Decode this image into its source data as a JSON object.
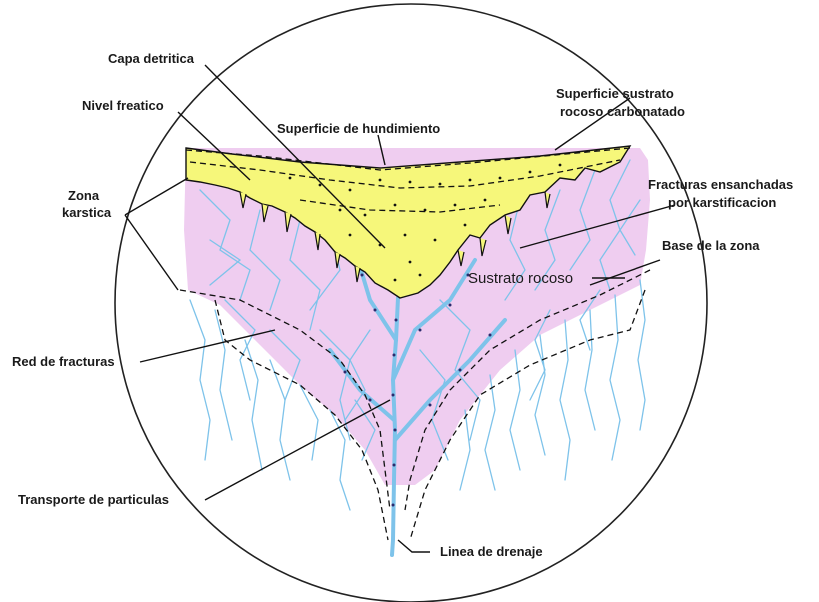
{
  "labels": {
    "capa_detritica": "Capa detritica",
    "nivel_freatico": "Nivel freatico",
    "superficie_hundimiento": "Superficie de hundimiento",
    "superficie_sustrato_1": "Superficie sustrato",
    "superficie_sustrato_2": "rocoso carbonatado",
    "zona_karstica_1": "Zona",
    "zona_karstica_2": "karstica",
    "fracturas_1": "Fracturas ensanchadas",
    "fracturas_2": "por karstificacion",
    "base_zona": "Base de la zona",
    "sustrato_rocoso": "Sustrato rocoso",
    "red_fracturas": "Red de fracturas",
    "transporte": "Transporte de particulas",
    "linea_drenaje": "Linea de drenaje"
  },
  "colors": {
    "detrital_fill": "#f6f77a",
    "karst_zone_fill": "#efcdf0",
    "fracture_blue": "#7ec3ea",
    "outline": "#111111"
  }
}
